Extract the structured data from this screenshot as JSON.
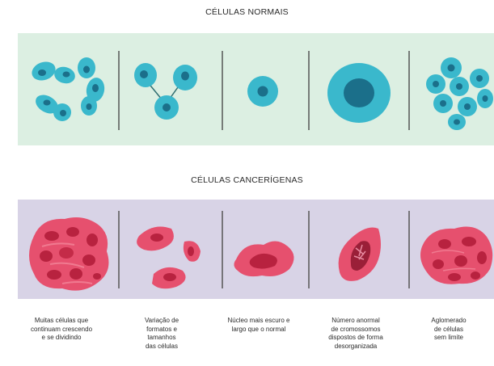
{
  "sections": {
    "normal": {
      "title": "CÉLULAS NORMAIS"
    },
    "cancer": {
      "title": "CÉLULAS CANCERÍGENAS"
    }
  },
  "captions": [
    "Muitas células que\ncontinuam crescendo\ne se dividindo",
    "Variação de\nformatos e\ntamanhos\ndas células",
    "Núcleo mais escuro e\nlargo que o normal",
    "Número anormal\nde cromossomos\ndispostos de forma\ndesorganizada",
    "Aglomerado\nde células\nsem limite"
  ],
  "colors": {
    "normal_panel": "#dcefe2",
    "normal_cell": "#3ab8cc",
    "normal_nucleus": "#1b6f8a",
    "cancer_panel": "#d8d3e6",
    "cancer_cell": "#e6506e",
    "cancer_nucleus": "#b8223f",
    "divider": "#555555"
  }
}
